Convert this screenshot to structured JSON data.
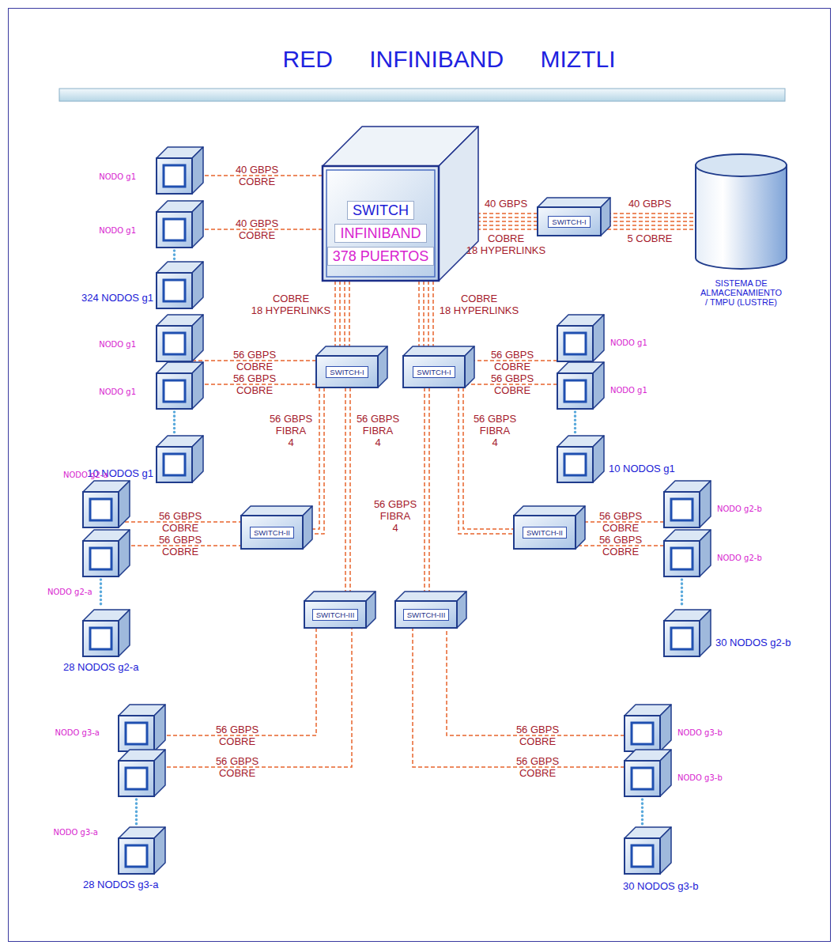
{
  "diagram": {
    "title": "RED INFINIBAND MIZTLI",
    "nodes": [
      {
        "text": [
          "NODO g1"
        ]
      },
      {
        "text": [
          "NODO g1"
        ]
      },
      {
        "text": [
          "324 NODOS g1"
        ]
      },
      {
        "text": [
          "SWITCH",
          "INFINIBAND",
          "378 PUERTOS"
        ]
      },
      {
        "text": [
          "SWITCH-I"
        ]
      },
      {
        "text": [
          "SISTEMA DE ALMACENAMIENTO / TMPU (LUSTRE)"
        ]
      },
      {
        "text": [
          "SWITCH-I"
        ]
      },
      {
        "text": [
          "SWITCH-I"
        ]
      },
      {
        "text": [
          "NODO g1"
        ]
      },
      {
        "text": [
          "NODO g1"
        ]
      },
      {
        "text": [
          "10 NODOS g1"
        ]
      },
      {
        "text": [
          "NODO g1"
        ]
      },
      {
        "text": [
          "NODO g1"
        ]
      },
      {
        "text": [
          "10 NODOS g1"
        ]
      },
      {
        "text": [
          "SWITCH-II"
        ]
      },
      {
        "text": [
          "SWITCH-II"
        ]
      },
      {
        "text": [
          "NODO g2-a"
        ]
      },
      {
        "text": [
          "NODO g2-a"
        ]
      },
      {
        "text": [
          "28 NODOS g2-a"
        ]
      },
      {
        "text": [
          "NODO g2-b"
        ]
      },
      {
        "text": [
          "NODO g2-b"
        ]
      },
      {
        "text": [
          "30 NODOS g2-b"
        ]
      },
      {
        "text": [
          "SWITCH-III"
        ]
      },
      {
        "text": [
          "SWITCH-III"
        ]
      },
      {
        "text": [
          "NODO g3-a"
        ]
      },
      {
        "text": [
          "NODO g3-a"
        ]
      },
      {
        "text": [
          "28 NODOS g3-a"
        ]
      },
      {
        "text": [
          "NODO g3-b"
        ]
      },
      {
        "text": [
          "NODO g3-b"
        ]
      },
      {
        "text": [
          "30 NODOS g3-b"
        ]
      }
    ],
    "edges": [
      {
        "from": 0,
        "to": 3,
        "label": "40 GBPS COBRE",
        "arrow": "none"
      },
      {
        "from": 1,
        "to": 3,
        "label": "40 GBPS COBRE",
        "arrow": "none"
      },
      {
        "from": 1,
        "to": 2,
        "arrow": "none"
      },
      {
        "from": 3,
        "to": 4,
        "label": "40 GBPS COBRE 18 HYPERLINKS",
        "arrow": "none"
      },
      {
        "from": 4,
        "to": 5,
        "label": "40 GBPS 5 COBRE",
        "arrow": "none"
      },
      {
        "from": 3,
        "to": 6,
        "label": "COBRE 18 HYPERLINKS",
        "arrow": "none"
      },
      {
        "from": 3,
        "to": 7,
        "label": "COBRE 18 HYPERLINKS",
        "arrow": "none"
      },
      {
        "from": 8,
        "to": 6,
        "label": "56 GBPS COBRE",
        "arrow": "none"
      },
      {
        "from": 9,
        "to": 6,
        "label": "56 GBPS COBRE",
        "arrow": "none"
      },
      {
        "from": 9,
        "to": 10,
        "arrow": "none"
      },
      {
        "from": 11,
        "to": 7,
        "label": "56 GBPS COBRE",
        "arrow": "none"
      },
      {
        "from": 12,
        "to": 7,
        "label": "56 GBPS COBRE",
        "arrow": "none"
      },
      {
        "from": 12,
        "to": 13,
        "arrow": "none"
      },
      {
        "from": 6,
        "to": 14,
        "label": "56 GBPS FIBRA 4",
        "arrow": "none"
      },
      {
        "from": 6,
        "to": 22,
        "label": "56 GBPS FIBRA 4",
        "arrow": "none"
      },
      {
        "from": 7,
        "to": 23,
        "label": "56 GBPS FIBRA 4",
        "arrow": "none"
      },
      {
        "from": 7,
        "to": 15,
        "label": "56 GBPS FIBRA 4",
        "arrow": "none"
      },
      {
        "from": 16,
        "to": 14,
        "label": "56 GBPS COBRE",
        "arrow": "none"
      },
      {
        "from": 17,
        "to": 14,
        "label": "56 GBPS COBRE",
        "arrow": "none"
      },
      {
        "from": 17,
        "to": 18,
        "arrow": "none"
      },
      {
        "from": 19,
        "to": 15,
        "label": "56 GBPS COBRE",
        "arrow": "none"
      },
      {
        "from": 20,
        "to": 15,
        "label": "56 GBPS COBRE",
        "arrow": "none"
      },
      {
        "from": 20,
        "to": 21,
        "arrow": "none"
      },
      {
        "from": 24,
        "to": 22,
        "label": "56 GBPS COBRE",
        "arrow": "none"
      },
      {
        "from": 25,
        "to": 22,
        "label": "56 GBPS COBRE",
        "arrow": "none"
      },
      {
        "from": 25,
        "to": 26,
        "arrow": "none"
      },
      {
        "from": 27,
        "to": 23,
        "label": "56 GBPS COBRE",
        "arrow": "none"
      },
      {
        "from": 28,
        "to": 23,
        "label": "56 GBPS COBRE",
        "arrow": "none"
      },
      {
        "from": 28,
        "to": 29,
        "arrow": "none"
      }
    ]
  }
}
